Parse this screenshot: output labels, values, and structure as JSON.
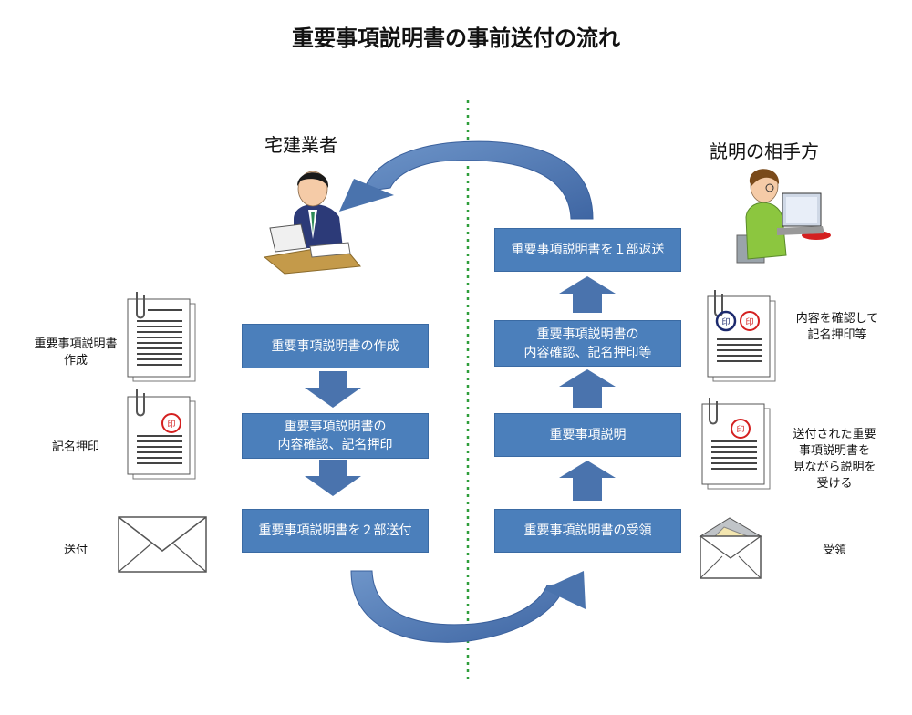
{
  "title": "重要事項説明書の事前送付の流れ",
  "parties": {
    "left": "宅建業者",
    "right": "説明の相手方"
  },
  "left_steps": [
    "重要事項説明書の作成",
    "重要事項説明書の\n内容確認、記名押印",
    "重要事項説明書を２部送付"
  ],
  "right_steps": [
    "重要事項説明書を１部返送",
    "重要事項説明書の\n内容確認、記名押印等",
    "重要事項説明",
    "重要事項説明書の受領"
  ],
  "left_labels": [
    "重要事項説明書\n作成",
    "記名押印",
    "送付"
  ],
  "right_labels": [
    "内容を確認して\n記名押印等",
    "送付された重要\n事項説明書を\n見ながら説明を\n受ける",
    "受領"
  ],
  "stamp_text": "印",
  "colors": {
    "box": "#4b7fbb",
    "arrow": "#4a73ad",
    "divider": "#2e9e3a",
    "stamp_red": "#d42020",
    "stamp_navy": "#1c2a6e"
  }
}
